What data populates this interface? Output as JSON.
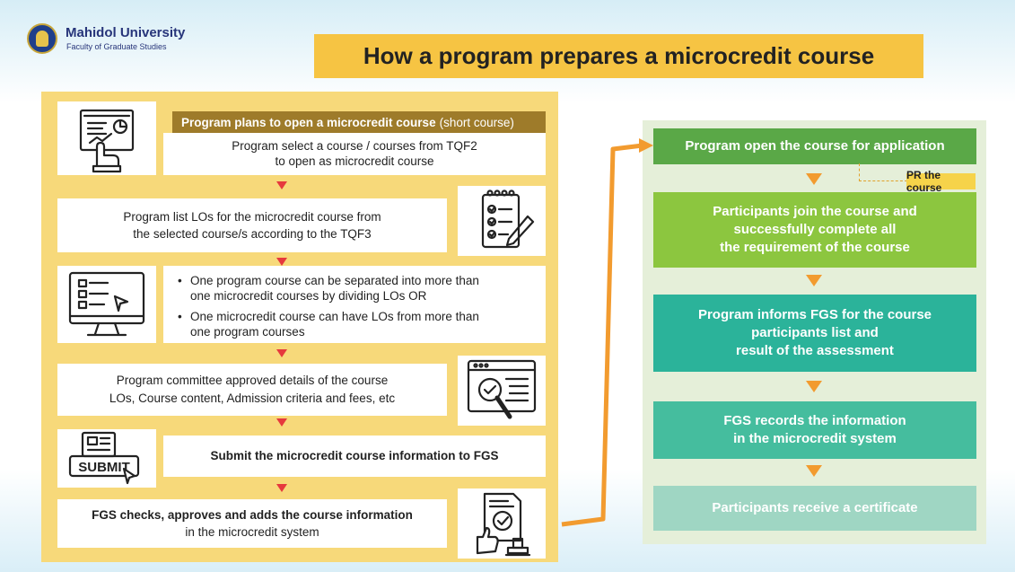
{
  "header": {
    "university": "Mahidol University",
    "faculty": "Faculty of Graduate Studies",
    "title": "How a program prepares a microcredit course"
  },
  "left_steps": {
    "plan_bar_bold": "Program plans to open a microcredit course",
    "plan_bar_note": "(short course)",
    "step1_line1": "Program select a course / courses from TQF2",
    "step1_line2": "to open as microcredit course",
    "step2_line1": "Program list LOs for the microcredit course from",
    "step2_line2": "the selected course/s according to the TQF3",
    "step3_bullet1_line1": "One program course can be separated into more than",
    "step3_bullet1_line2": "one microcredit courses by dividing LOs OR",
    "step3_bullet2_line1": "One microcredit course can have LOs from more than",
    "step3_bullet2_line2": "one program courses",
    "step4_line1": "Program committee approved details of the course",
    "step4_line2": "LOs, Course content, Admission criteria and fees, etc",
    "step5": "Submit the microcredit course information to FGS",
    "step6_line1": "FGS checks, approves and adds the course information",
    "step6_line2": "in the microcredit system",
    "submit_icon_text": "SUBMIT"
  },
  "right_steps": {
    "open": "Program open the course for application",
    "pr": "PR the course",
    "join_line1": "Participants join the course and",
    "join_line2": "successfully complete all",
    "join_line3": "the requirement of the course",
    "inform_line1": "Program informs FGS for the course",
    "inform_line2": "participants list and",
    "inform_line3": "result of the assessment",
    "record_line1": "FGS records the information",
    "record_line2": "in the microcredit system",
    "certificate": "Participants receive a certificate"
  },
  "colors": {
    "banner": "#f6c443",
    "left_panel": "#f7d97a",
    "right_panel": "#e5efd9",
    "step_open": "#5aa847",
    "step_join": "#8cc63f",
    "step_inform": "#2bb39a",
    "step_record": "#45bd9e",
    "step_certificate": "#9fd6c3",
    "connector": "#f29b2f",
    "red_arrow": "#e6393d"
  },
  "icons": [
    "seal-logo",
    "dashboard-touch-icon",
    "checklist-icon",
    "monitor-list-icon",
    "search-document-icon",
    "submit-icon",
    "approval-stamp-icon"
  ]
}
